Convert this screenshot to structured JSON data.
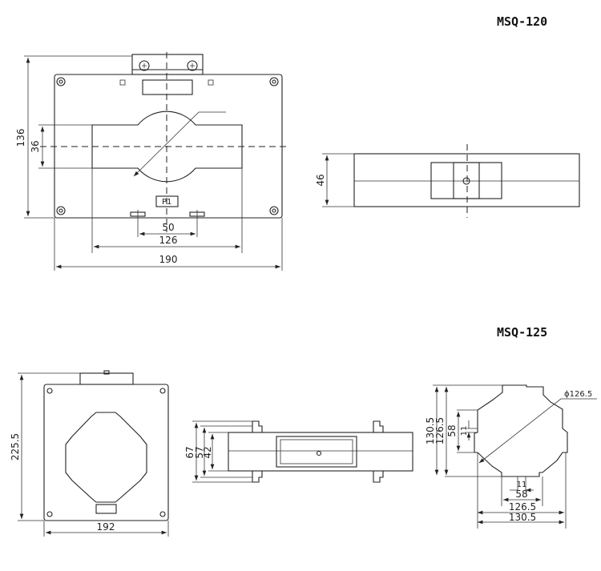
{
  "models": {
    "top": "MSQ-120",
    "bottom": "MSQ-125"
  },
  "msq120": {
    "front": {
      "height": "136",
      "window_height": "36",
      "terminal_spacing": "50",
      "window_width": "126",
      "width": "190",
      "terminal_label": "P1"
    },
    "side": {
      "depth": "46"
    }
  },
  "msq125": {
    "front": {
      "height": "225.5",
      "width": "192"
    },
    "side": {
      "d1": "67",
      "d2": "57",
      "d3": "42"
    },
    "window": {
      "diameter": "ϕ126.5",
      "h_outer": "130.5",
      "h_inner": "126.5",
      "h_notch": "58",
      "h_slot": "11",
      "w_slot": "11",
      "w_notch": "58",
      "w_inner": "126.5",
      "w_outer": "130.5"
    }
  }
}
